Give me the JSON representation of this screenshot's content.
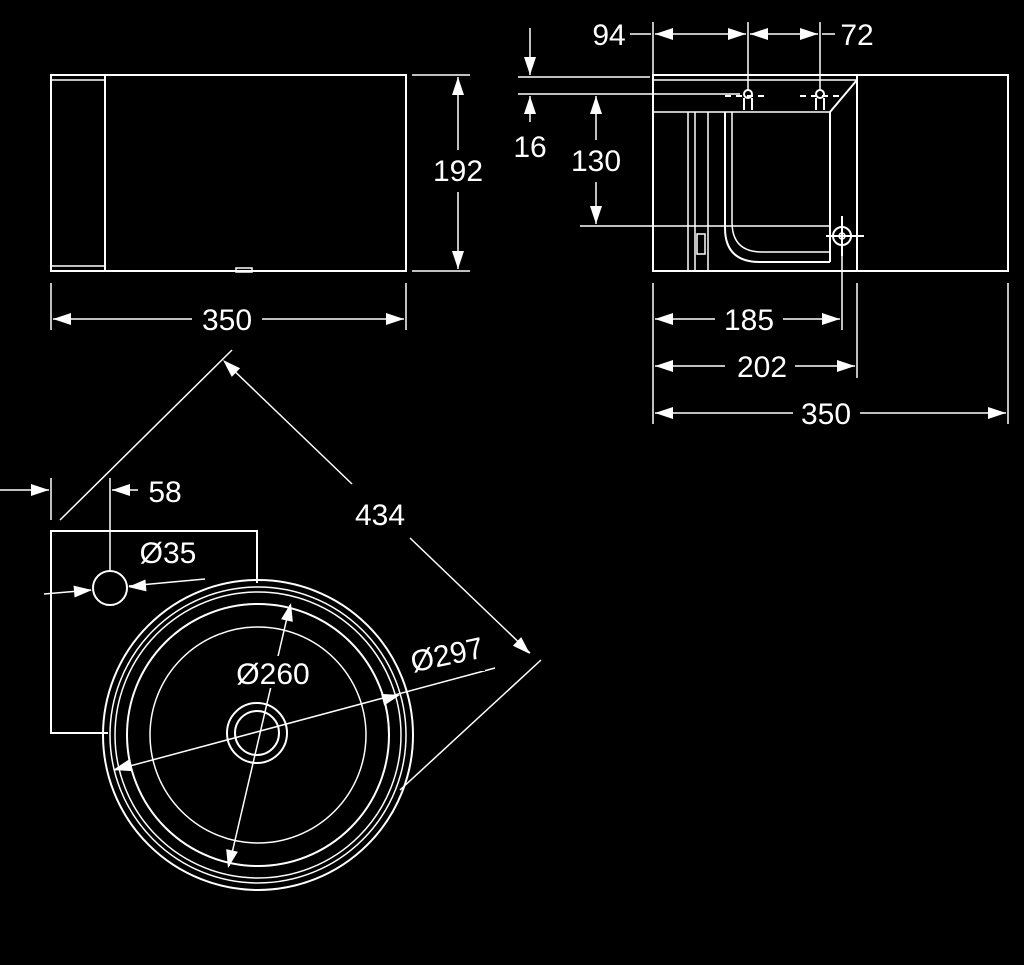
{
  "drawing": {
    "front_view": {
      "width_label": "350",
      "height_label": "192"
    },
    "side_view": {
      "top_offset_label": "94",
      "hole_spacing_label": "72",
      "rim_height_label": "16",
      "fixing_height_label": "130",
      "inner_depth_label": "185",
      "body_depth_label": "202",
      "overall_depth_label": "350"
    },
    "top_view": {
      "tap_hole_offset_label": "58",
      "tap_hole_diameter_label": "Ø35",
      "corner_diagonal_label": "434",
      "bowl_outer_diameter_label": "Ø297",
      "bowl_inner_diameter_label": "Ø260"
    }
  }
}
